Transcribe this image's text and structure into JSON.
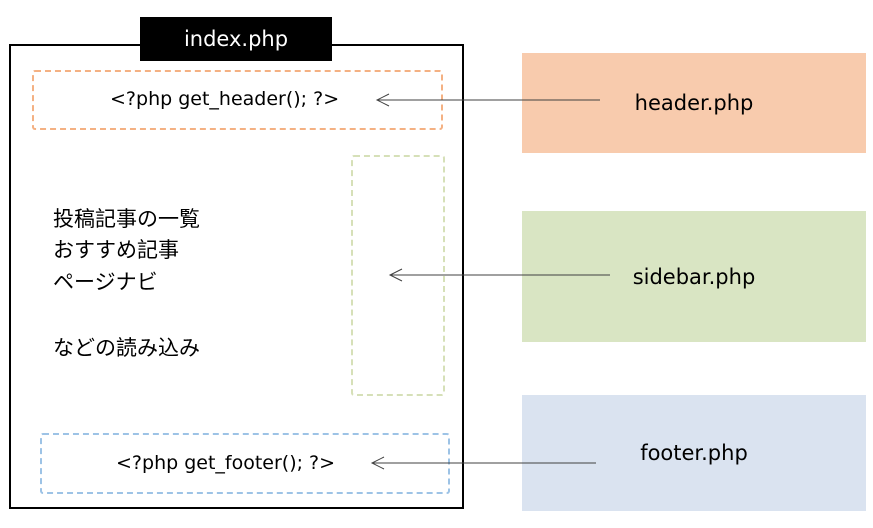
{
  "colors": {
    "header_fill": "#f8cbad",
    "header_border": "#f4b183",
    "sidebar_fill": "#d9e5c3",
    "sidebar_border": "#d6e0b8",
    "footer_fill": "#dae3f0",
    "footer_border": "#9dc3e6",
    "frame": "#000000"
  },
  "index": {
    "title": "index.php",
    "header_call": "<?php get_header(); ?>",
    "footer_call": "<?php get_footer(); ?>",
    "content_lines": [
      "投稿記事の一覧",
      "おすすめ記事",
      "ページナビ",
      "などの読み込み"
    ]
  },
  "files": {
    "header": "header.php",
    "sidebar": "sidebar.php",
    "footer": "footer.php"
  }
}
